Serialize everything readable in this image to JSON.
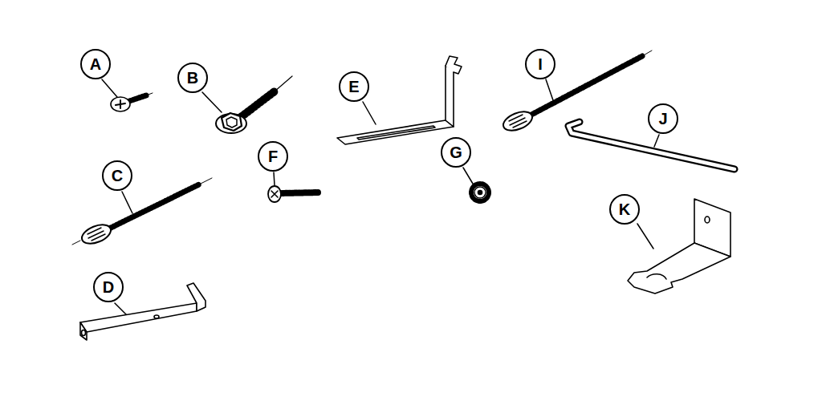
{
  "diagram": {
    "nodes": [
      {
        "text": [
          "A"
        ]
      },
      {
        "text": [
          "B"
        ]
      },
      {
        "text": [
          "C"
        ]
      },
      {
        "text": [
          "D"
        ]
      },
      {
        "text": [
          "E"
        ]
      },
      {
        "text": [
          "F"
        ]
      },
      {
        "text": [
          "G"
        ]
      },
      {
        "text": [
          "I"
        ]
      },
      {
        "text": [
          "J"
        ]
      },
      {
        "text": [
          "K"
        ]
      }
    ]
  }
}
